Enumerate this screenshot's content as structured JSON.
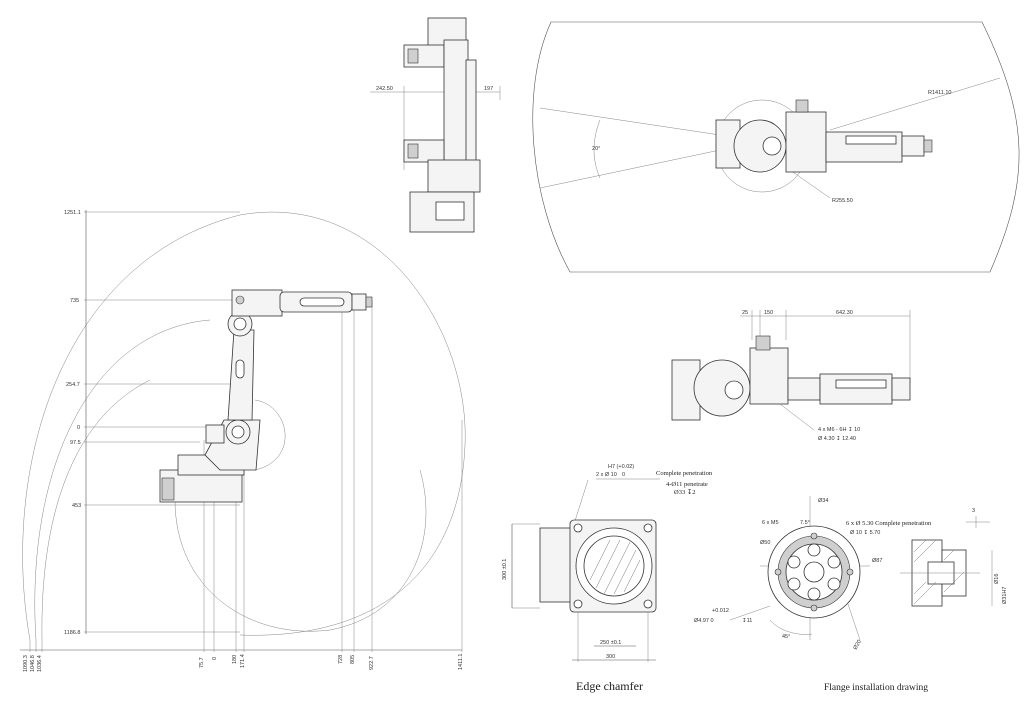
{
  "side_view": {
    "heights": [
      "1251.1",
      "735",
      "254.7",
      "0",
      "97.5",
      "453",
      "1186.8"
    ],
    "bottom": [
      "1090.3",
      "1046.8",
      "1036.4",
      "75.7",
      "0",
      "180",
      "171.4",
      "728",
      "805",
      "922.7",
      "1411.1"
    ]
  },
  "rear_view": {
    "left": "242.50",
    "right": "197"
  },
  "top_view": {
    "angle": "20°",
    "outer_radius": "R1411.10",
    "inner_radius": "R255.50"
  },
  "arm_view": {
    "top_dims": [
      "25",
      "150",
      "642.30"
    ],
    "hole_spec_1": "4 x M6 - 6H ↧ 10",
    "hole_spec_2": "Ø 4.30 ↧ 12.40"
  },
  "base_view": {
    "spec_1": "2 x Ø 10",
    "spec_1_tol": "H7 (+0.02)",
    "spec_1_tol2": "0",
    "spec_1_note": "Complete penetration",
    "spec_2": "4-Ø11 penetrate",
    "spec_2b": "Ø33 ↧2",
    "left_dim": "300 ±0.1",
    "width_dim": "250 ±0.1",
    "outer_dim": "300",
    "caption": "Edge chamfer"
  },
  "flange_view": {
    "d34": "Ø34",
    "m5": "6 x M5",
    "angle_small": "7.5°",
    "spec": "6 x Ø 5.30 Complete penetration",
    "spec_b": "Ø 10 ↧ 5.70",
    "d50": "Ø50",
    "d87": "Ø87",
    "pin_tol": "+0.012",
    "pin": "Ø4.97  0",
    "pin_depth": "↧11",
    "angle_45": "45°",
    "d20": "Ø20",
    "dim3": "3",
    "dim_a": "Ø16",
    "dim_b": "Ø31H7",
    "caption": "Flange installation drawing"
  }
}
